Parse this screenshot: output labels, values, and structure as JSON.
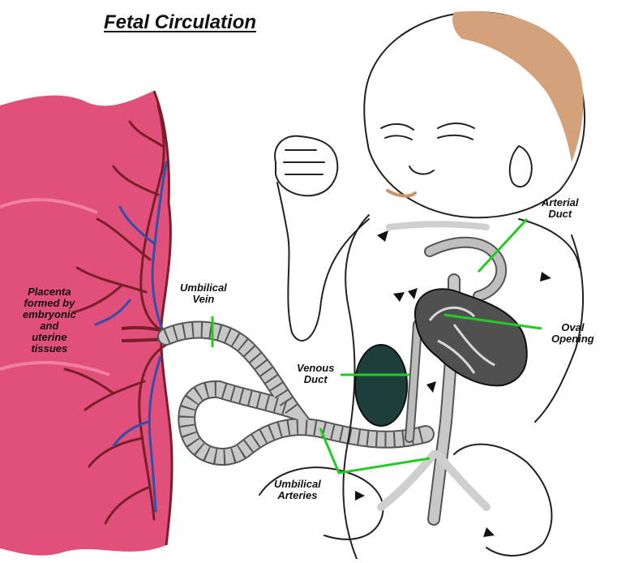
{
  "title": "Fetal Circulation",
  "labels": {
    "placenta": "Placenta\nformed by\nembryonic\nand\nuterine\ntissues",
    "umbilical_vein": "Umbilical\nVein",
    "venous_duct": "Venous\nDuct",
    "umbilical_arteries": "Umbilical\nArteries",
    "arterial_duct": "Arterial\nDuct",
    "oval_opening": "Oval\nOpening"
  },
  "colors": {
    "placenta": "#e0507a",
    "placenta_light": "#f07fa0",
    "artery_vessel": "#7a1f2a",
    "vein_vessel": "#2f4fa8",
    "leader_line": "#22cc22",
    "hair": "#d4a27a",
    "cord": "#c8c8c8",
    "liver": "#1e3f3c",
    "heart": "#505050"
  }
}
